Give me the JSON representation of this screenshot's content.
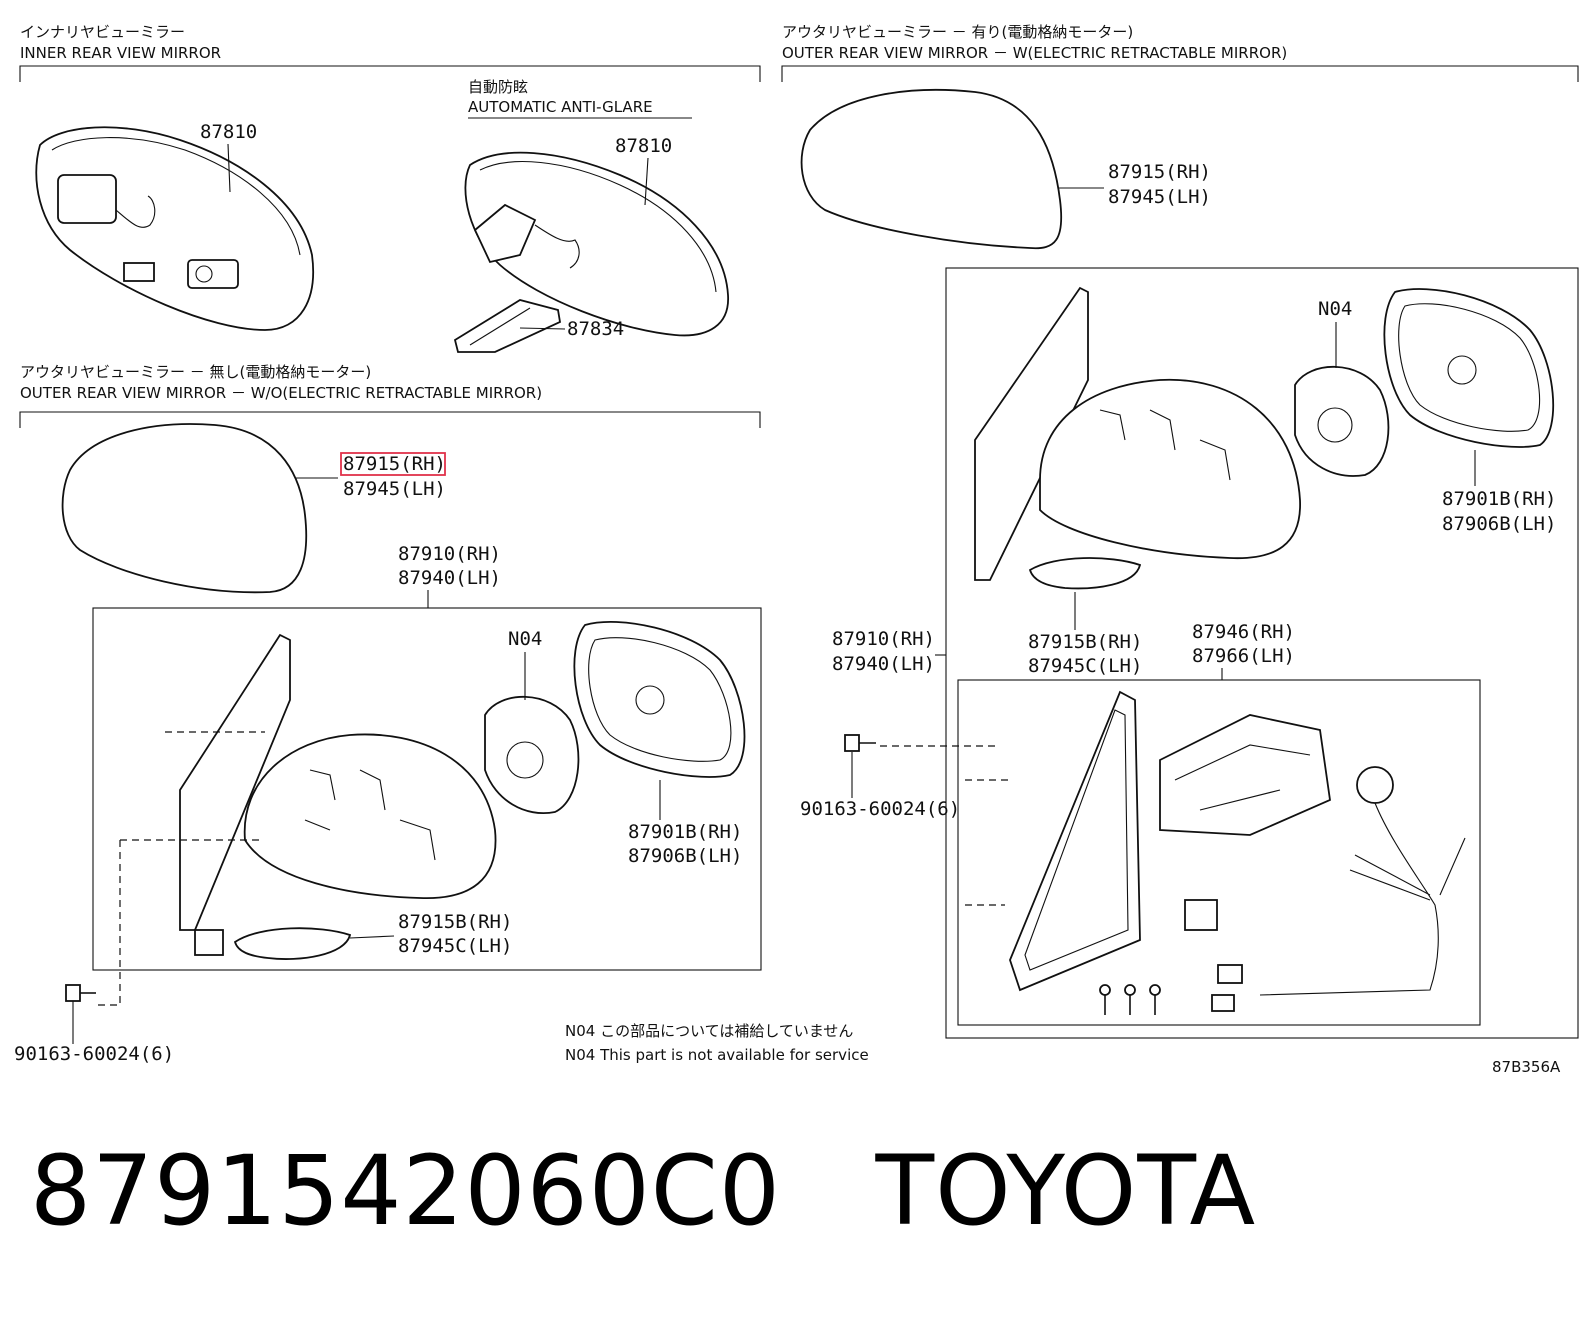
{
  "sections": {
    "inner": {
      "jp": "インナリヤビューミラー",
      "en": "INNER REAR VIEW MIRROR"
    },
    "anti_glare": {
      "jp": "自動防眩",
      "en": "AUTOMATIC ANTI-GLARE"
    },
    "outer_wo": {
      "jp": "アウタリヤビューミラー － 無し(電動格納モーター)",
      "en": "OUTER REAR VIEW MIRROR － W/O(ELECTRIC RETRACTABLE MIRROR)"
    },
    "outer_w": {
      "jp": "アウタリヤビューミラー － 有り(電動格納モーター)",
      "en": "OUTER REAR VIEW MIRROR － W(ELECTRIC RETRACTABLE MIRROR)"
    }
  },
  "parts": {
    "p87810a": "87810",
    "p87810b": "87810",
    "p87834": "87834",
    "cover_rh_left": "87915(RH)",
    "cover_lh_left": "87945(LH)",
    "cover_rh_right": "87915(RH)",
    "cover_lh_right": "87945(LH)",
    "assy_rh_left": "87910(RH)",
    "assy_lh_left": "87940(LH)",
    "assy_rh_right": "87910(RH)",
    "assy_lh_right": "87940(LH)",
    "n04_left": "N04",
    "n04_right": "N04",
    "glass_rh_left": "87901B(RH)",
    "glass_lh_left": "87906B(LH)",
    "glass_rh_right": "87901B(RH)",
    "glass_lh_right": "87906B(LH)",
    "lamp_rh_left": "87915B(RH)",
    "lamp_lh_left": "87945C(LH)",
    "lamp_rh_right": "87915B(RH)",
    "lamp_lh_right": "87945C(LH)",
    "motor_rh": "87946(RH)",
    "motor_lh": "87966(LH)",
    "screw_left": "90163-60024(6)",
    "screw_right": "90163-60024(6)"
  },
  "notes": {
    "n04_jp": "N04 この部品については補給していません",
    "n04_en": "N04 This part is not available for service",
    "figure_code": "87B356A"
  },
  "caption": "8791542060C0   TOYOTA",
  "highlight_color": "#e0324a"
}
